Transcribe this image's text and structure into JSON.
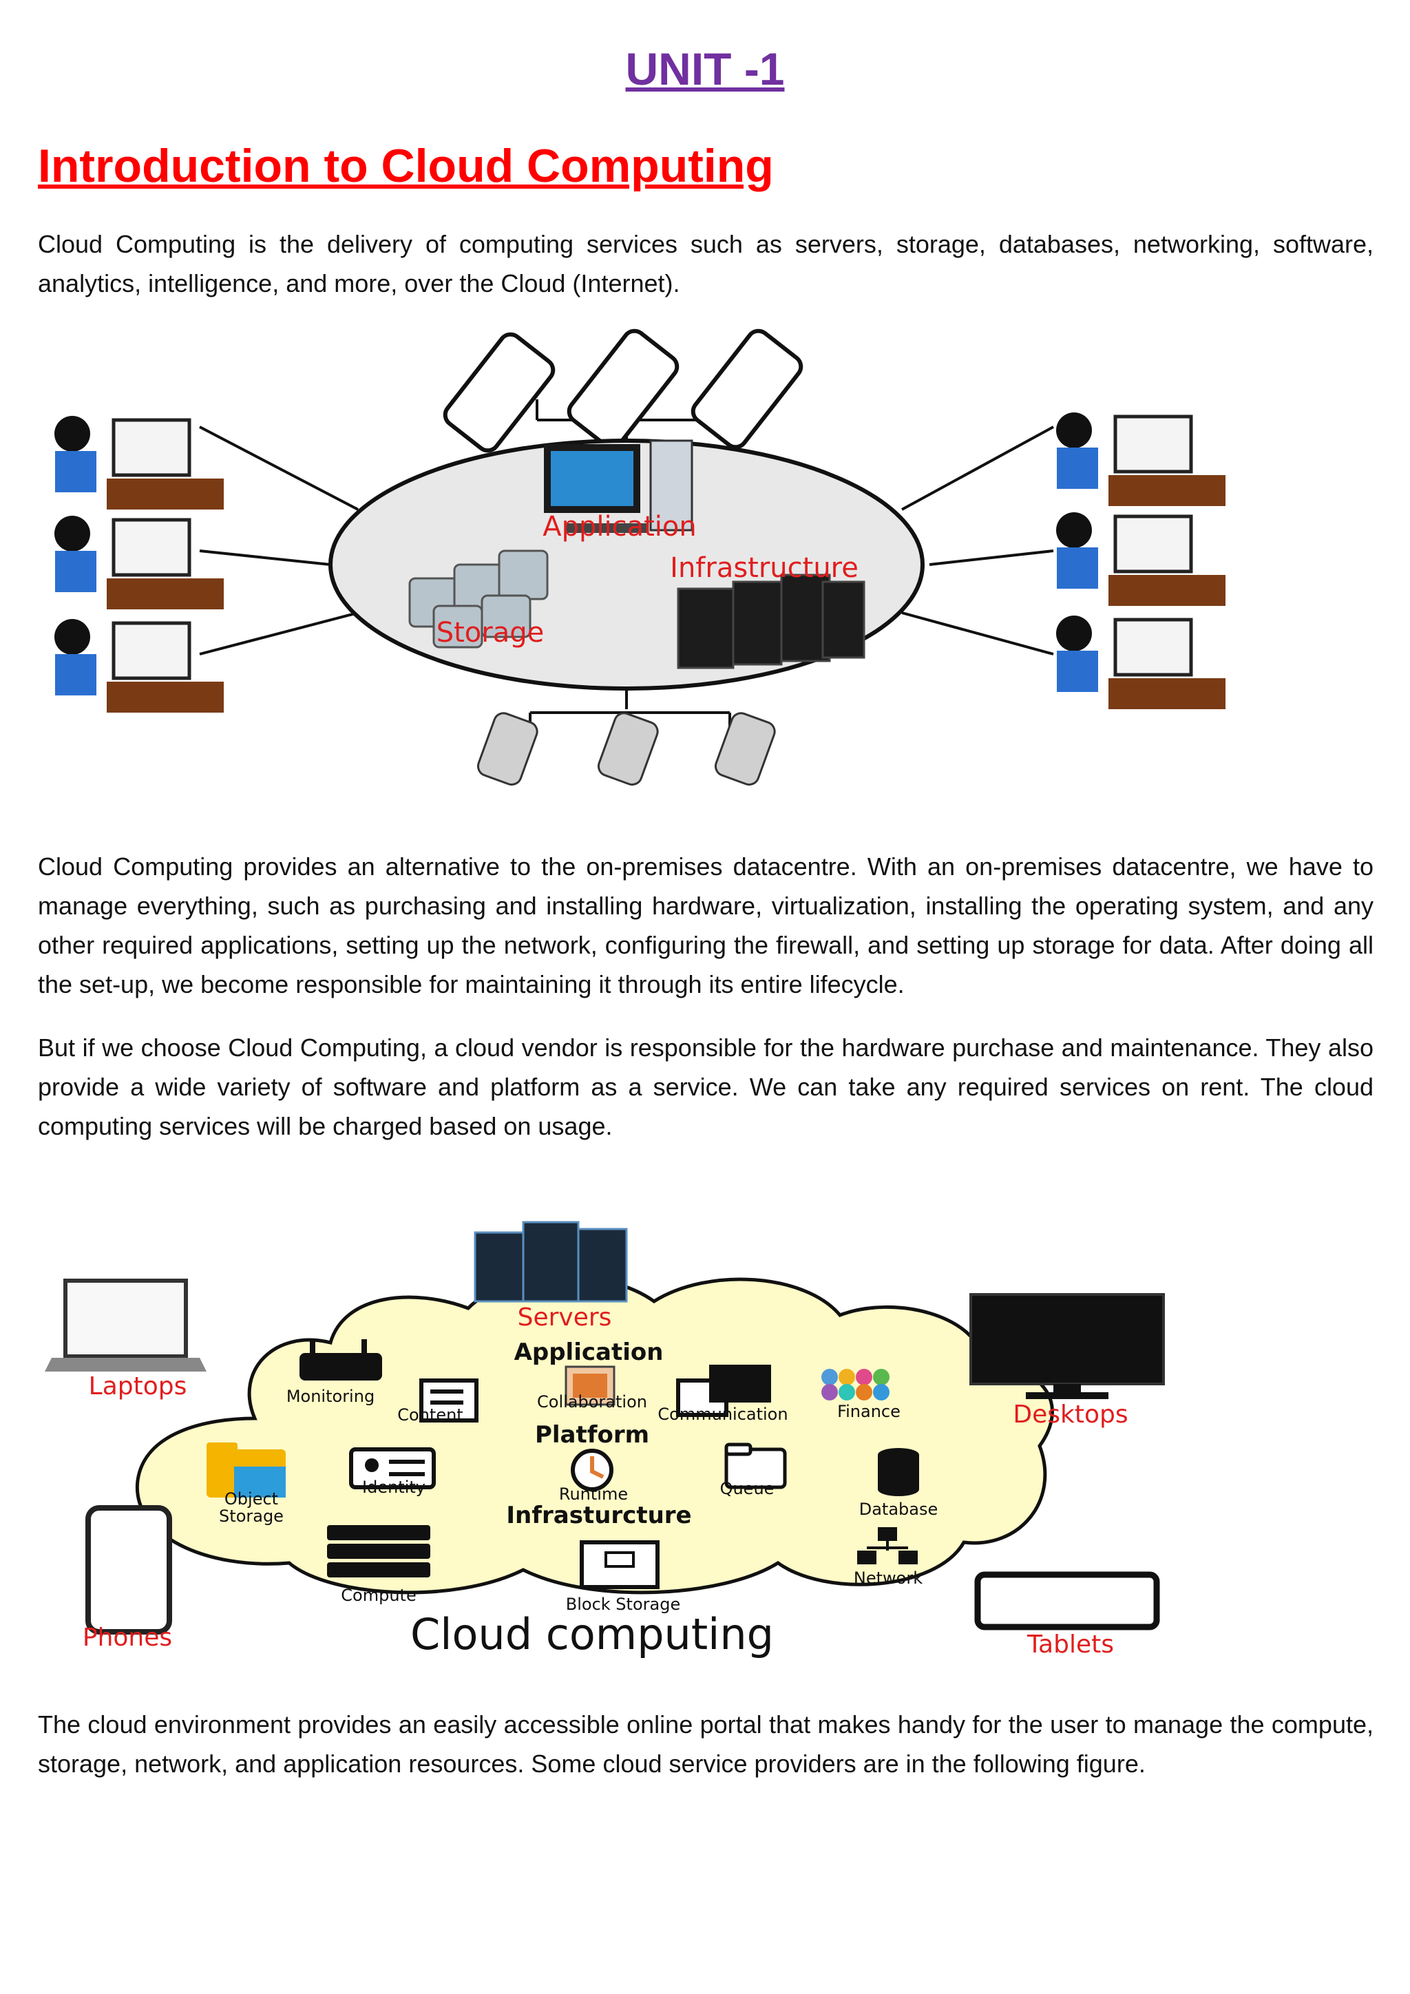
{
  "heading": {
    "unit": "UNIT -1",
    "title": "Introduction to Cloud Computing"
  },
  "paragraphs": [
    "Cloud Computing is the delivery of computing services such as servers, storage, databases, networking, software, analytics, intelligence, and more, over the Cloud (Internet).",
    "Cloud Computing provides an alternative to the on-premises datacentre. With an on-premises datacentre, we have to manage everything, such as purchasing and installing hardware, virtualization, installing the operating system, and any other required applications, setting up the network, configuring the firewall, and setting up storage for data. After doing all the set-up, we become responsible for maintaining it through its entire lifecycle.",
    "But if we choose Cloud Computing, a cloud vendor is responsible for the hardware purchase and maintenance. They also provide a wide variety of software and platform as a service. We can take any required services on rent. The cloud computing services will be charged based on usage.",
    "The cloud environment provides an easily accessible online portal that makes handy for the user to manage the compute, storage, network, and application resources. Some cloud service providers are in the following figure."
  ],
  "figure1": {
    "application": "Application",
    "infrastructure": "Infrastructure",
    "storage": "Storage"
  },
  "figure2": {
    "servers": "Servers",
    "laptops": "Laptops",
    "desktops": "Desktops",
    "phones": "Phones",
    "tablets": "Tablets",
    "application": "Application",
    "platform": "Platform",
    "infrastructure": "Infrasturcture",
    "monitoring": "Monitoring",
    "content": "Content",
    "collaboration": "Collaboration",
    "communication": "Communication",
    "finance": "Finance",
    "object_storage_1": "Object",
    "object_storage_2": "Storage",
    "identity": "Identity",
    "runtime": "Runtime",
    "queue": "Queue",
    "database": "Database",
    "compute": "Compute",
    "block_storage": "Block Storage",
    "network": "Network",
    "caption": "Cloud computing"
  }
}
